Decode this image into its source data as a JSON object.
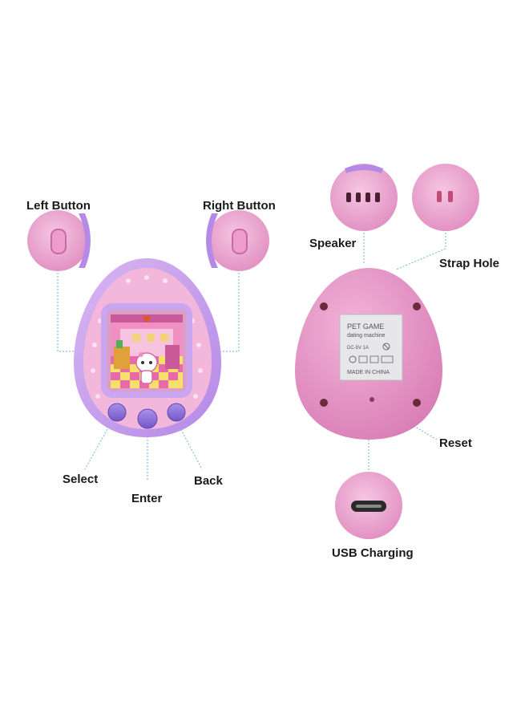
{
  "callouts": {
    "left_button": "Left Button",
    "right_button": "Right Button",
    "select": "Select",
    "enter": "Enter",
    "back": "Back",
    "speaker": "Speaker",
    "strap_hole": "Strap Hole",
    "reset": "Reset",
    "usb_charging": "USB Charging"
  },
  "back_label": {
    "line1": "PET GAME",
    "line2": "dating machine",
    "line3": "DC-5V 1A",
    "line5": "MADE IN CHINA"
  },
  "colors": {
    "shell_pink": "#e79ac6",
    "frame_purple": "#b48ae6",
    "button_purple": "#8b6fd3",
    "leader_line": "#6fb3e0"
  },
  "icons": [
    "left-button-zoom",
    "right-button-zoom",
    "speaker-zoom",
    "strap-hole-zoom",
    "usb-port-zoom"
  ]
}
